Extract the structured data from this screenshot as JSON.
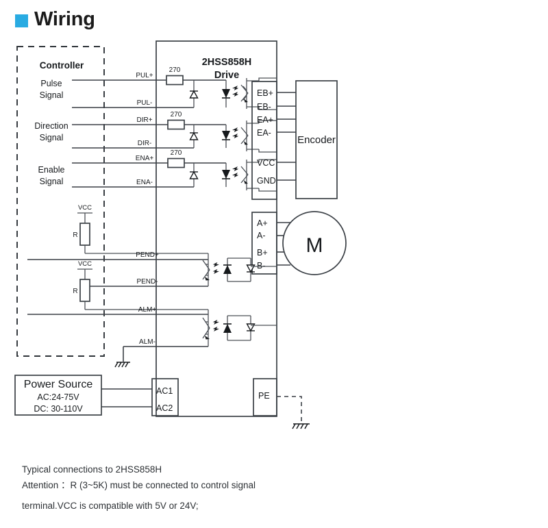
{
  "header": {
    "title": "Wiring",
    "marker_color": "#29ABE2",
    "marker_icon": "blue-square-bullet"
  },
  "diagram": {
    "controller": {
      "label": "Controller",
      "signals": [
        {
          "name": "Pulse Signal",
          "line1": "Pulse",
          "line2": "Signal"
        },
        {
          "name": "Direction Signal",
          "line1": "Direction",
          "line2": "Signal"
        },
        {
          "name": "Enable Signal",
          "line1": "Enable",
          "line2": "Signal"
        }
      ],
      "pullups": [
        {
          "vcc": "VCC",
          "resistor": "R"
        },
        {
          "vcc": "VCC",
          "resistor": "R"
        }
      ]
    },
    "drive": {
      "title_line1": "2HSS858H",
      "title_line2": "Drive",
      "input_terminals": [
        {
          "label": "PUL+",
          "resistor": "270"
        },
        {
          "label": "PUL-"
        },
        {
          "label": "DIR+",
          "resistor": "270"
        },
        {
          "label": "DIR-"
        },
        {
          "label": "ENA+",
          "resistor": "270"
        },
        {
          "label": "ENA-"
        }
      ],
      "output_terminals": [
        {
          "label": "PEND+"
        },
        {
          "label": "PEND-"
        },
        {
          "label": "ALM+"
        },
        {
          "label": "ALM-"
        }
      ],
      "encoder_pins": [
        "EB+",
        "EB-",
        "EA+",
        "EA-",
        "VCC",
        "GND"
      ],
      "motor_pins": [
        "A+",
        "A-",
        "B+",
        "B-"
      ],
      "power_pins": [
        "AC1",
        "AC2"
      ],
      "earth_pin": "PE"
    },
    "encoder": {
      "label": "Encoder"
    },
    "motor": {
      "label": "M"
    },
    "power_source": {
      "title": "Power Source",
      "ac_rating": "AC:24-75V",
      "dc_rating": "DC: 30-110V"
    }
  },
  "captions": {
    "line1": "Typical connections to 2HSS858H",
    "line2": "Attention ：R (3~5K) must be connected to control signal",
    "line3": "terminal.VCC is compatible with 5V or 24V;"
  }
}
